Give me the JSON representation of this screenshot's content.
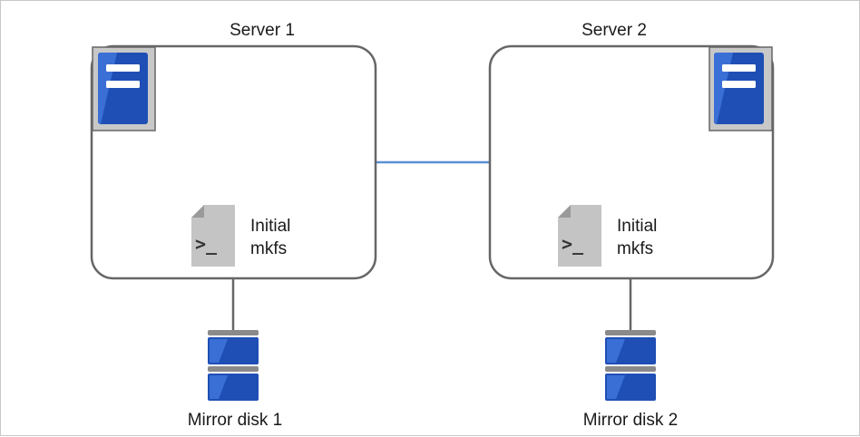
{
  "servers": [
    {
      "label": "Server 1",
      "script_line1": "Initial",
      "script_line2": "mkfs",
      "disk_label": "Mirror disk 1"
    },
    {
      "label": "Server 2",
      "script_line1": "Initial",
      "script_line2": "mkfs",
      "disk_label": "Mirror disk 2"
    }
  ],
  "colors": {
    "box_border": "#666666",
    "server_icon_blue": "#1f4fb5",
    "server_icon_highlight": "#3a6fd6",
    "server_icon_frame": "#c8c8c8",
    "network_line": "#5b8fd6",
    "script_icon": "#c4c4c4",
    "disk_blue": "#1f4fb5",
    "disk_band": "#8a8a8a"
  },
  "icons": {
    "server": "server-icon",
    "script": "terminal-script-icon",
    "disk": "disk-icon"
  }
}
